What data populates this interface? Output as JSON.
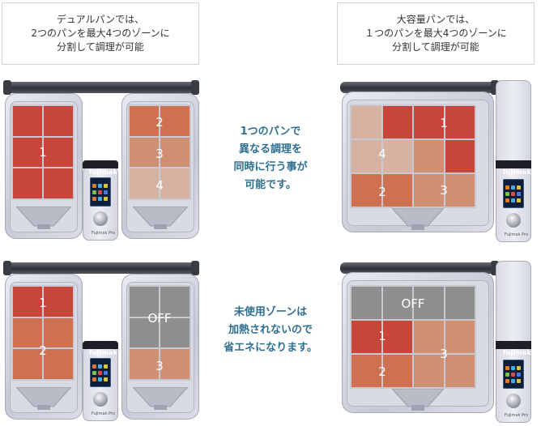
{
  "captions": {
    "dual": "デュアルパンでは、\n2つのパンを最大4つのゾーンに\n分割して調理が可能",
    "large": "大容量パンでは、\n１つのパンを最大4つのゾーンに\n分割して調理が可能"
  },
  "notes": {
    "top": "1つのパンで\n異なる調理を\n同時に行う事が\n可能です。",
    "bottom": "未使用ゾーンは\n加熱されないので\n省エネになります。"
  },
  "brand": "fujimak",
  "model_text": "Fujimak Pro",
  "zone_colors": {
    "zone1": "#c8453a",
    "zone2": "#cf7050",
    "zone3": "#d18f72",
    "zone4": "#d6b2a2",
    "off": "#8f8f8f"
  },
  "diagrams": {
    "dual_top": {
      "left_pan": [
        {
          "label": "1",
          "zone": 1
        }
      ],
      "right_pan": [
        {
          "label": "2",
          "zone": 2
        },
        {
          "label": "3",
          "zone": 3
        },
        {
          "label": "4",
          "zone": 4
        }
      ]
    },
    "dual_bottom": {
      "left_pan": [
        {
          "label": "1",
          "zone": 1
        },
        {
          "label": "2",
          "zone": 2
        }
      ],
      "right_pan": [
        {
          "label": "OFF",
          "zone": "off"
        },
        {
          "label": "3",
          "zone": 3
        }
      ]
    },
    "large_top": {
      "zones": [
        {
          "label": "1",
          "zone": 1
        },
        {
          "label": "4",
          "zone": 4
        },
        {
          "label": "2",
          "zone": 2
        },
        {
          "label": "3",
          "zone": 3
        }
      ]
    },
    "large_bottom": {
      "zones": [
        {
          "label": "OFF",
          "zone": "off"
        },
        {
          "label": "1",
          "zone": 1
        },
        {
          "label": "2",
          "zone": 2
        },
        {
          "label": "3",
          "zone": 3
        }
      ]
    }
  }
}
